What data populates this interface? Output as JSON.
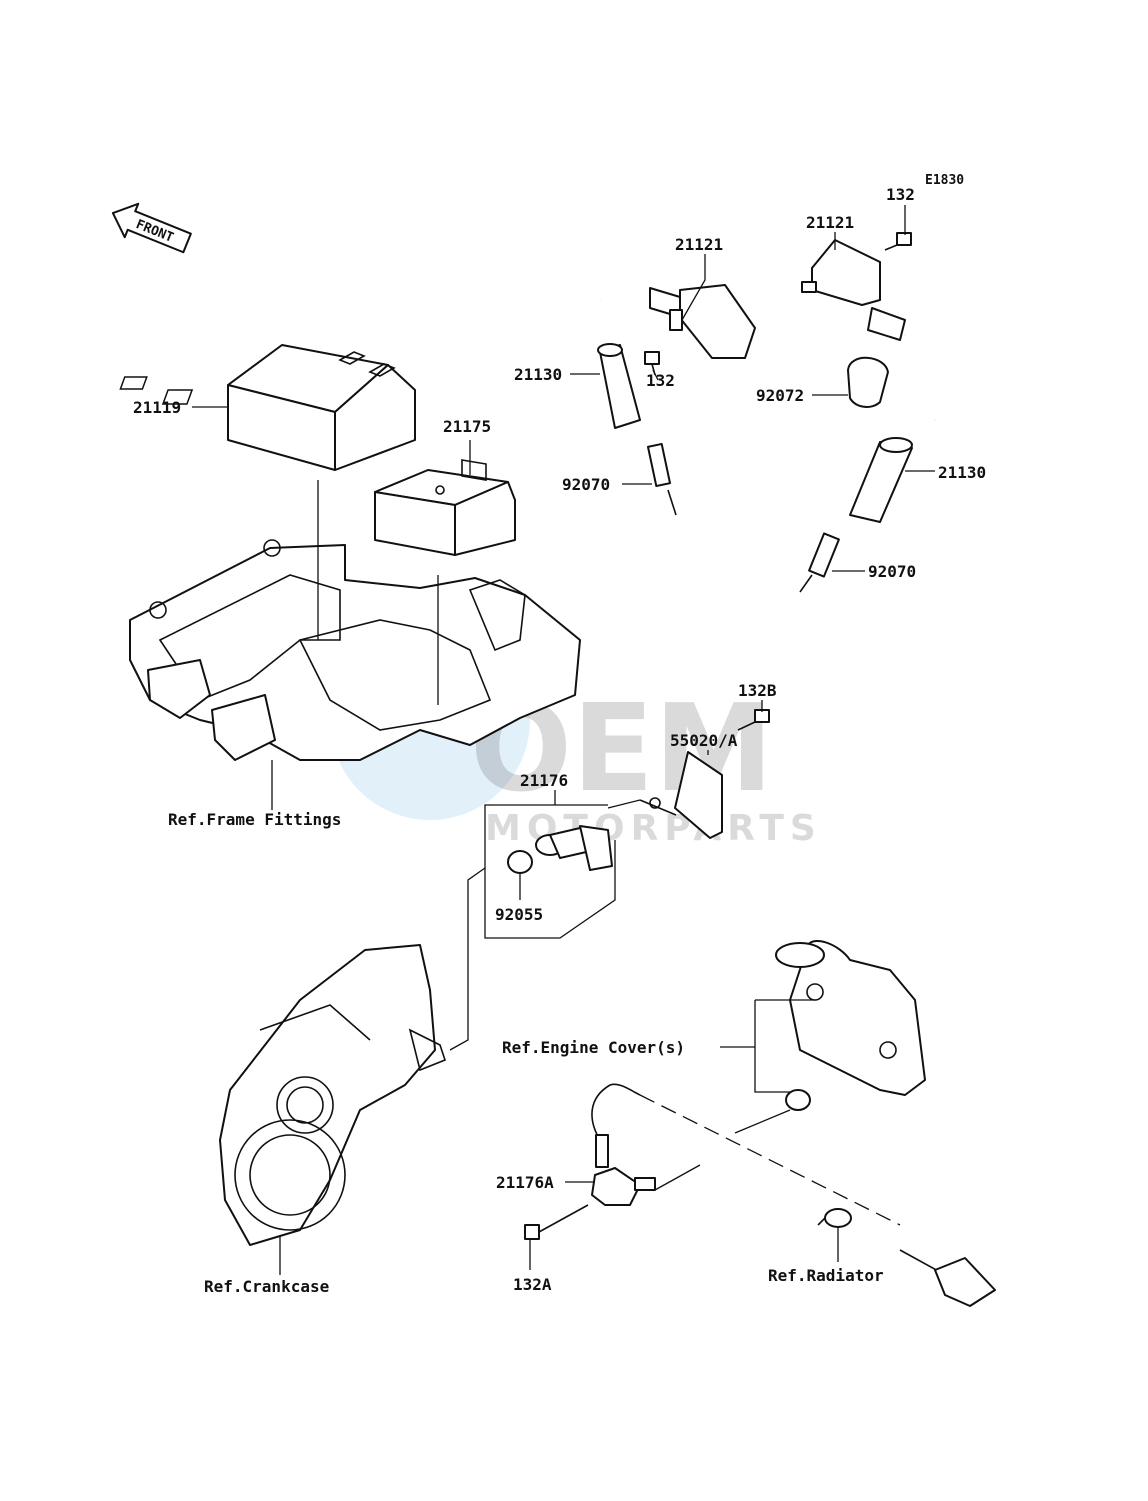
{
  "diagram_code": "E1830",
  "front_label": "FRONT",
  "watermark": {
    "brand": "OEM",
    "sub": "MOTORPARTS"
  },
  "labels": {
    "p21119": "21119",
    "p21175": "21175",
    "p21121_left": "21121",
    "p21121_right": "21121",
    "p132_top": "132",
    "p132_mid": "132",
    "p21130_left": "21130",
    "p21130_right": "21130",
    "p92072": "92072",
    "p92070_left": "92070",
    "p92070_right": "92070",
    "p132B": "132B",
    "p55020A": "55020/A",
    "p21176": "21176",
    "p92055": "92055",
    "ref_frame": "Ref.Frame Fittings",
    "ref_engine_cover": "Ref.Engine Cover(s)",
    "p21176A": "21176A",
    "p132A": "132A",
    "ref_crankcase": "Ref.Crankcase",
    "ref_radiator": "Ref.Radiator"
  }
}
